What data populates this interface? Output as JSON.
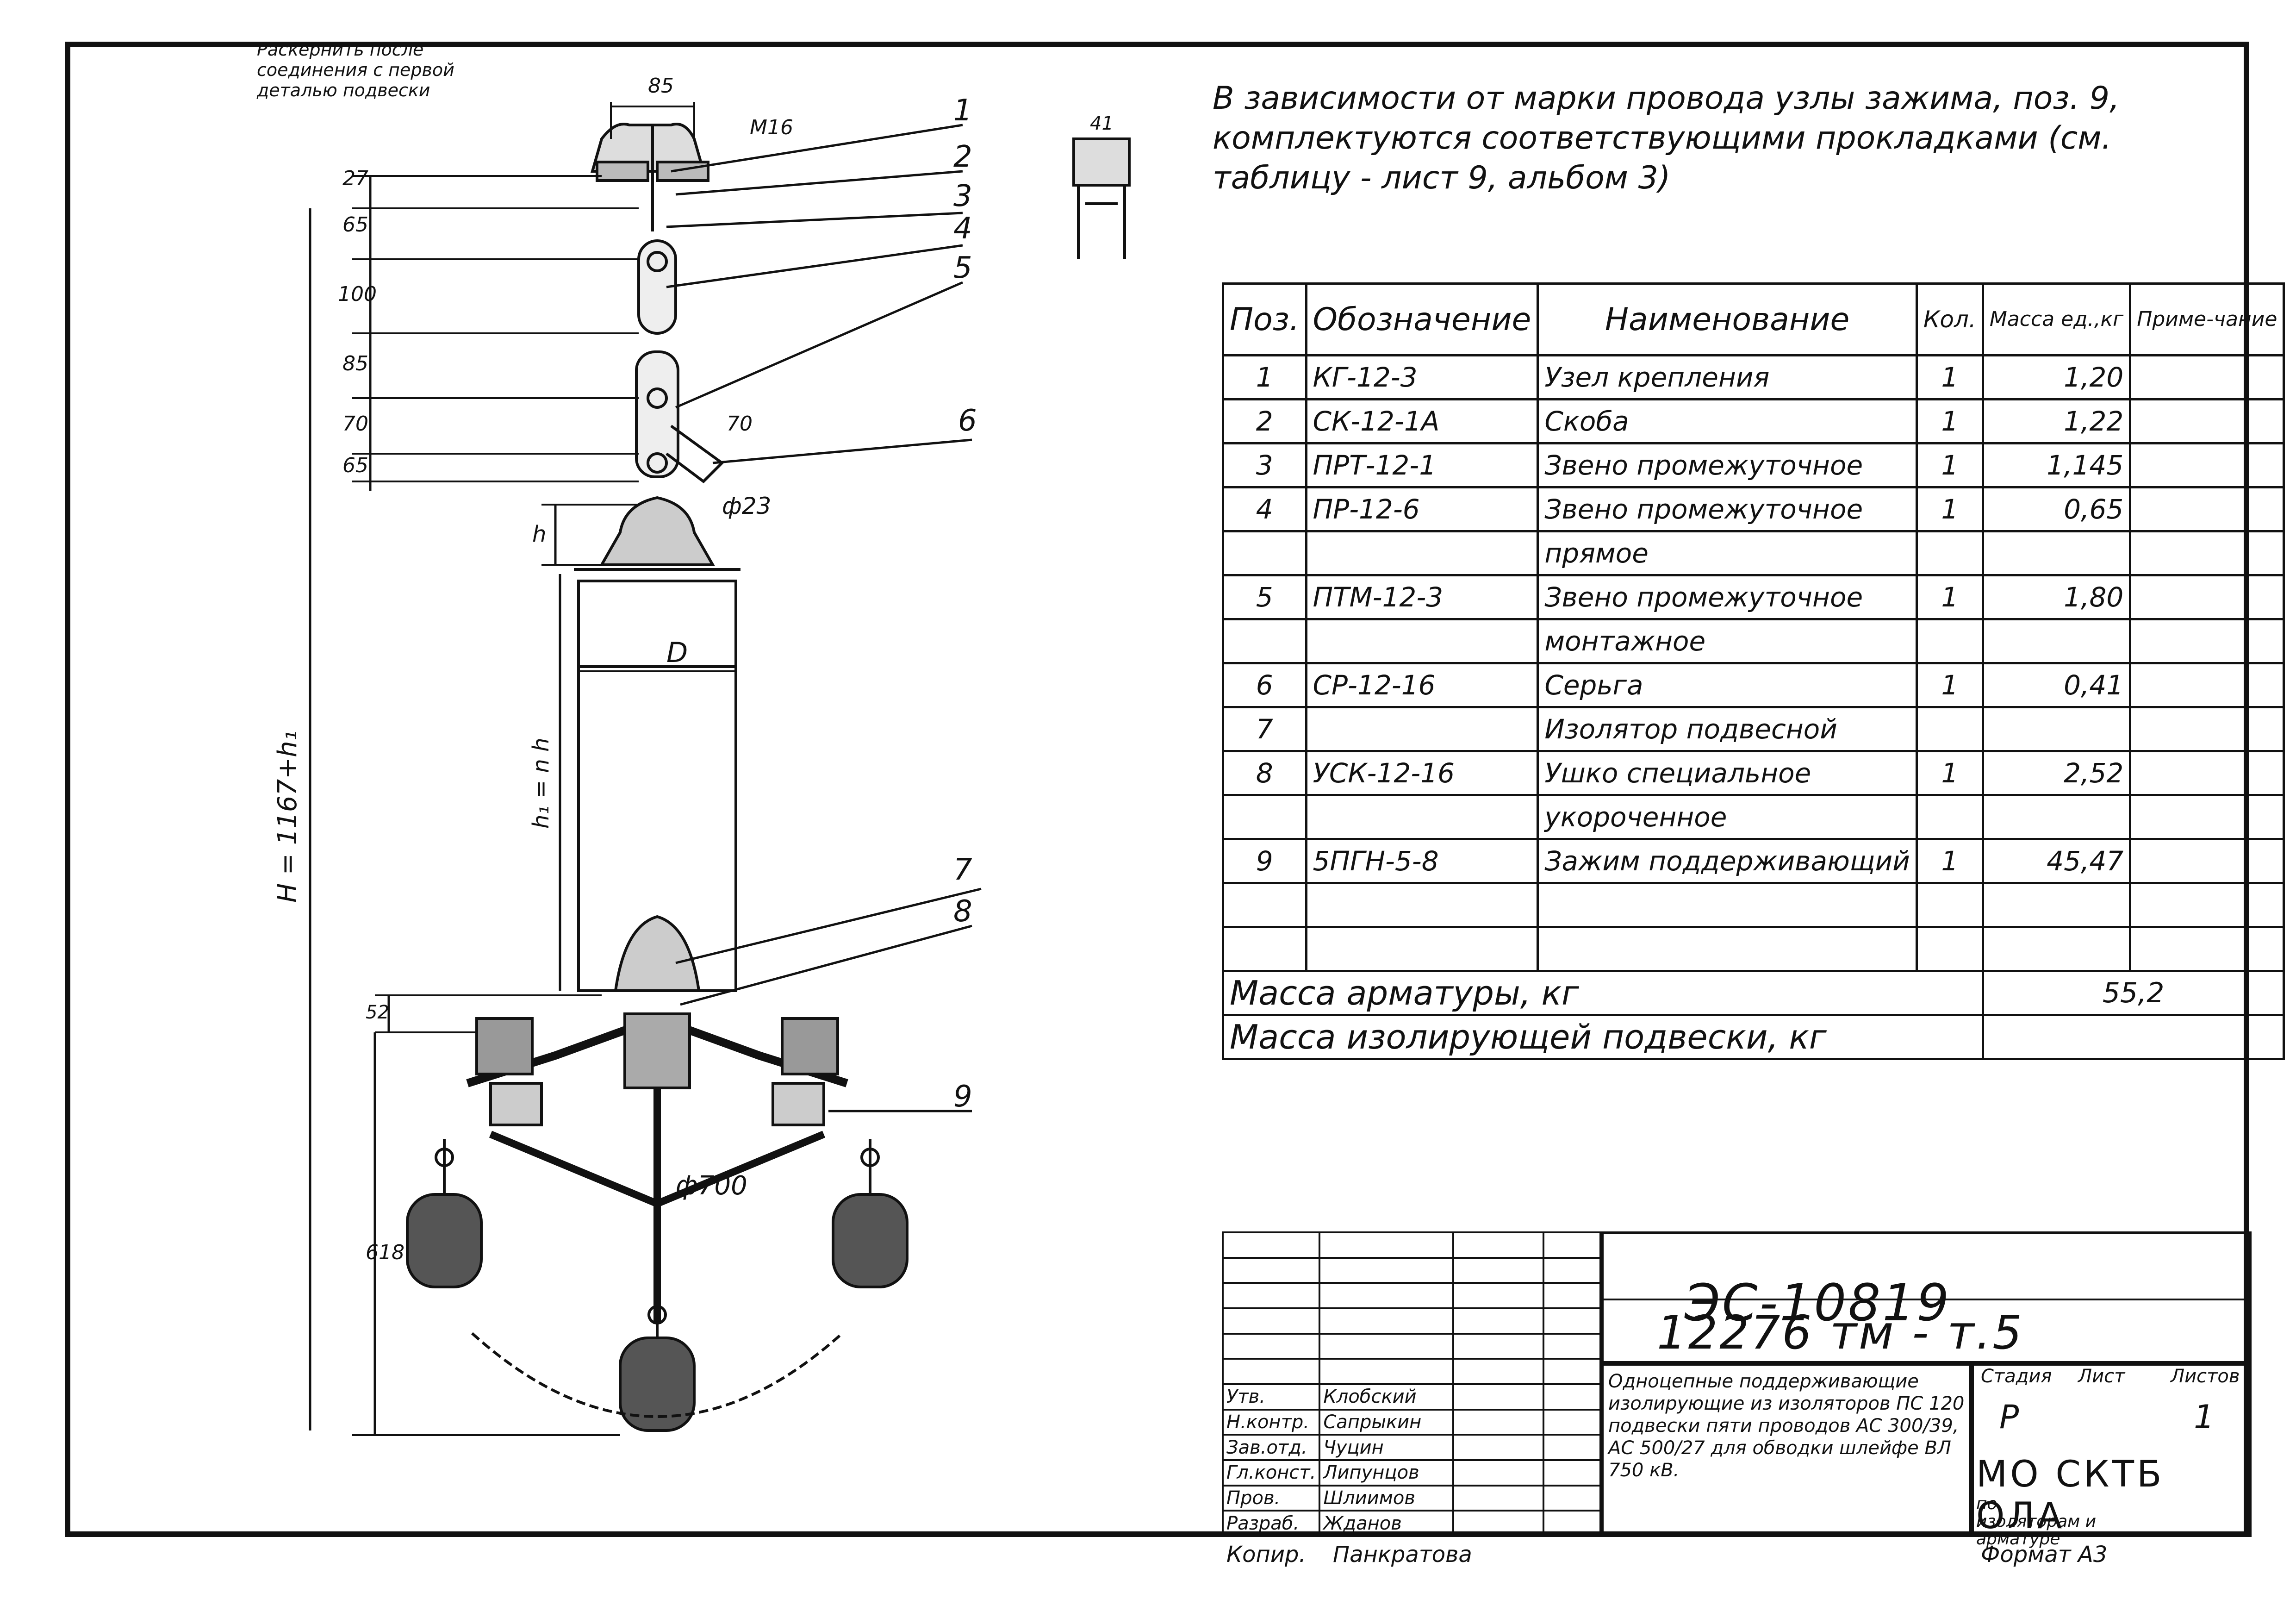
{
  "drawing": {
    "top_note_lines": [
      "Раскернить после",
      "соединения с первой",
      "деталью подвески"
    ],
    "bolt_label": "М16",
    "dim_85_top": "85",
    "dim_27": "27",
    "dim_65": "65",
    "dim_100": "100",
    "dim_85": "85",
    "dim_70": "70",
    "dim_65b": "65",
    "dim_h": "h",
    "dim_H": "H = 1167+h₁",
    "dim_h1": "h₁ = n h",
    "dim_D": "D",
    "dim_52": "52",
    "dim_618": "618",
    "dim_phi700": "ф700",
    "dim_phi23": "ф23",
    "dim_70b": "70",
    "dim_41": "41",
    "callouts": [
      "1",
      "2",
      "3",
      "4",
      "5",
      "6",
      "7",
      "8",
      "9"
    ]
  },
  "note_right": "В зависимости от марки провода узлы зажима, поз. 9, комплектуются соответствующими прокладками (см. таблицу - лист 9, альбом 3)",
  "spec_table": {
    "headers": {
      "pos": "Поз.",
      "code": "Обозначение",
      "name": "Наименование",
      "qty": "Кол.",
      "mass": "Масса ед.,кг",
      "note": "Приме-чание"
    },
    "rows": [
      {
        "pos": "1",
        "code": "КГ-12-3",
        "name": "Узел крепления",
        "qty": "1",
        "mass": "1,20",
        "note": ""
      },
      {
        "pos": "2",
        "code": "СК-12-1А",
        "name": "Скоба",
        "qty": "1",
        "mass": "1,22",
        "note": ""
      },
      {
        "pos": "3",
        "code": "ПРТ-12-1",
        "name": "Звено промежуточное",
        "qty": "1",
        "mass": "1,145",
        "note": ""
      },
      {
        "pos": "4",
        "code": "ПР-12-6",
        "name": "Звено промежуточное",
        "qty": "1",
        "mass": "0,65",
        "note": ""
      },
      {
        "pos": "",
        "code": "",
        "name": "прямое",
        "qty": "",
        "mass": "",
        "note": ""
      },
      {
        "pos": "5",
        "code": "ПТМ-12-3",
        "name": "Звено промежуточное",
        "qty": "1",
        "mass": "1,80",
        "note": ""
      },
      {
        "pos": "",
        "code": "",
        "name": "монтажное",
        "qty": "",
        "mass": "",
        "note": ""
      },
      {
        "pos": "6",
        "code": "СР-12-16",
        "name": "Серьга",
        "qty": "1",
        "mass": "0,41",
        "note": ""
      },
      {
        "pos": "7",
        "code": "",
        "name": "Изолятор подвесной",
        "qty": "",
        "mass": "",
        "note": ""
      },
      {
        "pos": "8",
        "code": "УСК-12-16",
        "name": "Ушко специальное",
        "qty": "1",
        "mass": "2,52",
        "note": ""
      },
      {
        "pos": "",
        "code": "",
        "name": "укороченное",
        "qty": "",
        "mass": "",
        "note": ""
      },
      {
        "pos": "9",
        "code": "5ПГН-5-8",
        "name": "Зажим поддерживающий",
        "qty": "1",
        "mass": "45,47",
        "note": ""
      },
      {
        "pos": "",
        "code": "",
        "name": "",
        "qty": "",
        "mass": "",
        "note": ""
      },
      {
        "pos": "",
        "code": "",
        "name": "",
        "qty": "",
        "mass": "",
        "note": ""
      }
    ],
    "total_armature_label": "Масса арматуры, кг",
    "total_armature_value": "55,2",
    "total_insulator_label": "Масса изолирующей подвески, кг",
    "total_insulator_value": ""
  },
  "title_block": {
    "doc_code": "ЭС-10819",
    "doc_code2": "12276 тм - т.5",
    "roles": [
      {
        "role": "Утв.",
        "name": "Клобский"
      },
      {
        "role": "Н.контр.",
        "name": "Сапрыкин"
      },
      {
        "role": "Зав.отд.",
        "name": "Чуцин"
      },
      {
        "role": "Гл.конст.",
        "name": "Липунцов"
      },
      {
        "role": "Пров.",
        "name": "Шлиимов"
      },
      {
        "role": "Разраб.",
        "name": "Жданов"
      }
    ],
    "description": "Одноцепные поддерживающие изолирующие из изоляторов ПС 120 подвески пяти проводов АС 300/39, АС 500/27 для обводки шлейфе ВЛ 750 кВ.",
    "stage_label": "Стадия",
    "sheet_label": "Лист",
    "sheets_label": "Листов",
    "stage_value": "Р",
    "sheet_value": "",
    "sheets_value": "1",
    "org": "МО СКТБ ОЛА",
    "org_sub": "по изоляторам и арматуре",
    "copied_label": "Копир.",
    "copied_name": "Панкратова",
    "format_label": "Формат А3"
  }
}
